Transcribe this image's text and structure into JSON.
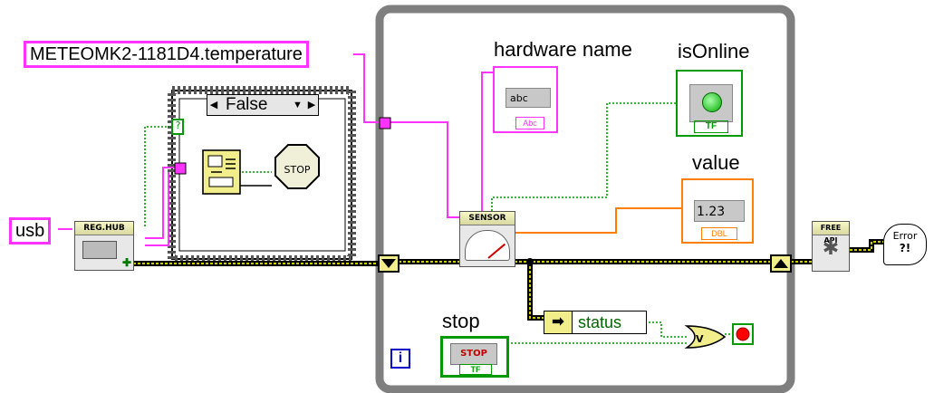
{
  "constants": {
    "sensor_name": "METEOMK2-1181D4.temperature",
    "hub": "usb",
    "string_default": "abc"
  },
  "case": {
    "selector": "False",
    "question": "?"
  },
  "stop_icon_text": "STOP",
  "vis": {
    "reg_hub": "REG.HUB",
    "sensor": "SENSOR",
    "free_api": "FREE API",
    "error": "Error",
    "error_mark": "?!"
  },
  "indicators": {
    "hardware_name": {
      "label": "hardware name",
      "type": "abc"
    },
    "is_online": {
      "label": "isOnline",
      "type": "TF"
    },
    "value": {
      "label": "value",
      "display": "1.23",
      "type": "DBL"
    }
  },
  "stop_control": {
    "label": "stop",
    "button": "STOP",
    "type": "TF"
  },
  "unbundle": {
    "field": "status"
  },
  "loop_iteration": "i",
  "colors": {
    "string_wire": "#ff33ff",
    "bool_wire": "#009900",
    "dbl_wire": "#ff8000",
    "error_wire": "#000000",
    "error_wire_stripe": "#cccc00",
    "loop_border": "#7f7f7f"
  }
}
